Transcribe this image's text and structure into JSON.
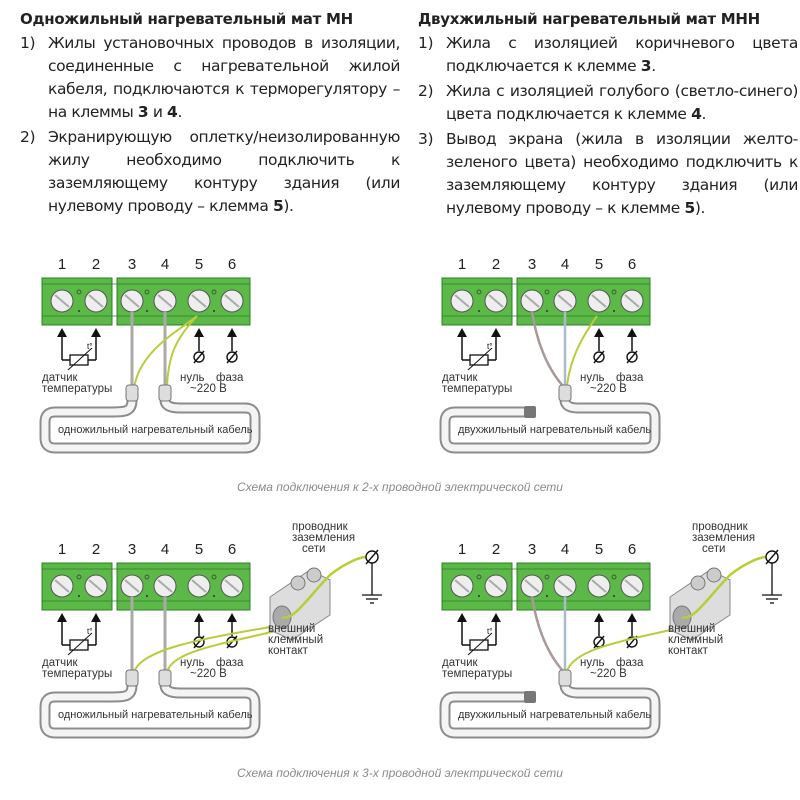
{
  "left_column": {
    "title": "Одножильный нагревательный мат МН",
    "items": [
      {
        "n": "1)",
        "text": "Жилы установочных проводов в изоляции, соединенные с нагревательной жилой кабеля, подключаются к терморегулятору – на клеммы ",
        "b1": "3",
        "mid": " и ",
        "b2": "4",
        "end": "."
      },
      {
        "n": "2)",
        "text": "Экранирующую оплетку/неизолированную жилу необходимо подключить к заземляющему контуру здания (или нулевому проводу – клемма ",
        "b1": "5",
        "end": ")."
      }
    ]
  },
  "right_column": {
    "title": "Двухжильный нагревательный мат МНН",
    "items": [
      {
        "n": "1)",
        "text": "Жила с изоляцией коричневого цвета подключается к клемме ",
        "b1": "3",
        "end": "."
      },
      {
        "n": "2)",
        "text": "Жила с изоляцией голубого (светло-синего) цвета подключается к клемме ",
        "b1": "4",
        "end": "."
      },
      {
        "n": "3)",
        "text": "Вывод экрана (жила в изоляции желто-зеленого цвета) необходимо подключить к заземляющему контуру здания (или нулевому проводу – к клемме ",
        "b1": "5",
        "end": ")."
      }
    ]
  },
  "terminals": [
    "1",
    "2",
    "3",
    "4",
    "5",
    "6"
  ],
  "labels": {
    "sensor_1": "датчик",
    "sensor_2": "температуры",
    "neutral": "нуль",
    "phase": "фаза",
    "voltage": "~220 В",
    "cable_single": "одножильный нагревательный кабель",
    "cable_double": "двухжильный нагревательный кабель",
    "ground_1": "проводник",
    "ground_2": "заземления",
    "ground_3": "сети",
    "contact_1": "внешний",
    "contact_2": "клеммный",
    "contact_3": "контакт"
  },
  "captions": {
    "two_wire": "Схема подключения к 2-х проводной электрической сети",
    "three_wire": "Схема подключения к 3-х проводной электрической сети"
  },
  "colors": {
    "terminal_green": "#5cb947",
    "terminal_dark": "#2e7d2a",
    "earth_wire": "#b9cc3a",
    "cable_grey": "#8c8c8c"
  }
}
